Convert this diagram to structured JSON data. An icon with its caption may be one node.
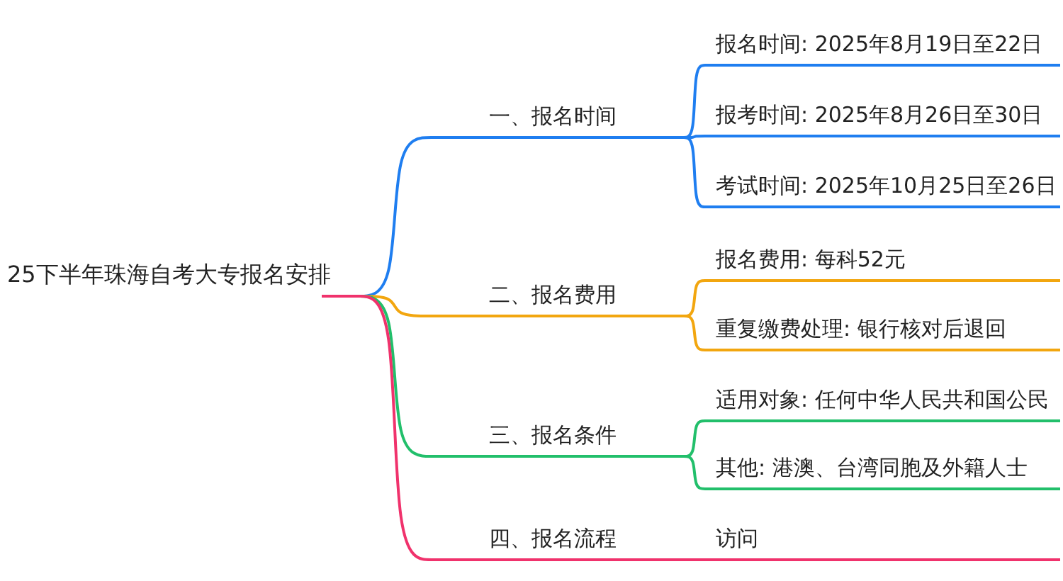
{
  "diagram": {
    "nodes": [
      {
        "text": [
          "25下半年珠海自考大专报名安排"
        ]
      },
      {
        "text": [
          "一、报名时间"
        ]
      },
      {
        "text": [
          "报名时间: 2025年8月19日至22日"
        ]
      },
      {
        "text": [
          "报考时间: 2025年8月26日至30日"
        ]
      },
      {
        "text": [
          "考试时间: 2025年10月25日至26日"
        ]
      },
      {
        "text": [
          "二、报名费用"
        ]
      },
      {
        "text": [
          "报名费用: 每科52元"
        ]
      },
      {
        "text": [
          "重复缴费处理: 银行核对后退回"
        ]
      },
      {
        "text": [
          "三、报名条件"
        ]
      },
      {
        "text": [
          "适用对象: 任何中华人民共和国公民"
        ]
      },
      {
        "text": [
          "其他: 港澳、台湾同胞及外籍人士"
        ]
      },
      {
        "text": [
          "四、报名流程"
        ]
      },
      {
        "text": [
          "访问"
        ]
      }
    ],
    "edges": [
      {
        "from": 0,
        "to": 1,
        "arrow": "none",
        "color": "#1f7ef0"
      },
      {
        "from": 1,
        "to": 2,
        "arrow": "none",
        "color": "#1f7ef0"
      },
      {
        "from": 1,
        "to": 3,
        "arrow": "none",
        "color": "#1f7ef0"
      },
      {
        "from": 1,
        "to": 4,
        "arrow": "none",
        "color": "#1f7ef0"
      },
      {
        "from": 0,
        "to": 5,
        "arrow": "none",
        "color": "#f2a60f"
      },
      {
        "from": 5,
        "to": 6,
        "arrow": "none",
        "color": "#f2a60f"
      },
      {
        "from": 5,
        "to": 7,
        "arrow": "none",
        "color": "#f2a60f"
      },
      {
        "from": 0,
        "to": 8,
        "arrow": "none",
        "color": "#22bf6b"
      },
      {
        "from": 8,
        "to": 9,
        "arrow": "none",
        "color": "#22bf6b"
      },
      {
        "from": 8,
        "to": 10,
        "arrow": "none",
        "color": "#22bf6b"
      },
      {
        "from": 0,
        "to": 11,
        "arrow": "none",
        "color": "#f0326c"
      },
      {
        "from": 11,
        "to": 12,
        "arrow": "none",
        "color": "#f0326c"
      }
    ]
  }
}
